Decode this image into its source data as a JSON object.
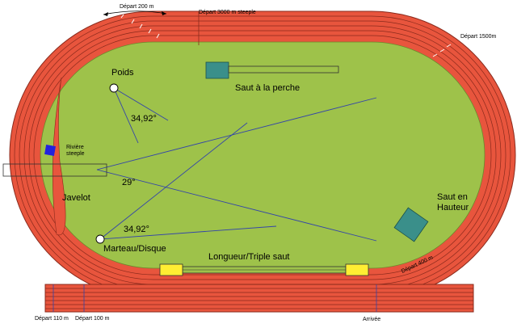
{
  "labels": {
    "depart_200": "Départ 200 m",
    "depart_3000_steeple": "Départ 3000 m steeple",
    "depart_1500": "Départ 1500m",
    "poids": "Poids",
    "saut_perche": "Saut à la perche",
    "angle_poids": "34,92°",
    "riviere_line1": "Rivière",
    "riviere_line2": "steeple",
    "angle_javelot": "29°",
    "javelot": "Javelot",
    "angle_marteau": "34,92°",
    "marteau_disque": "Marteau/Disque",
    "saut_hauteur_line1": "Saut en",
    "saut_hauteur_line2": "Hauteur",
    "longueur_triple": "Longueur/Triple saut",
    "depart_400": "Départ 400 m",
    "depart_110": "Départ 110 m",
    "depart_100": "Départ 100 m",
    "arrivee": "Arrivée"
  },
  "colors": {
    "track": "#e8553d",
    "lane_line": "#8a2a1c",
    "field": "#9ec24a",
    "sector_line": "#3344aa",
    "pit": "#3a8f8a",
    "long_jump_pit": "#ffee33",
    "water_jump": "#2222dd"
  }
}
